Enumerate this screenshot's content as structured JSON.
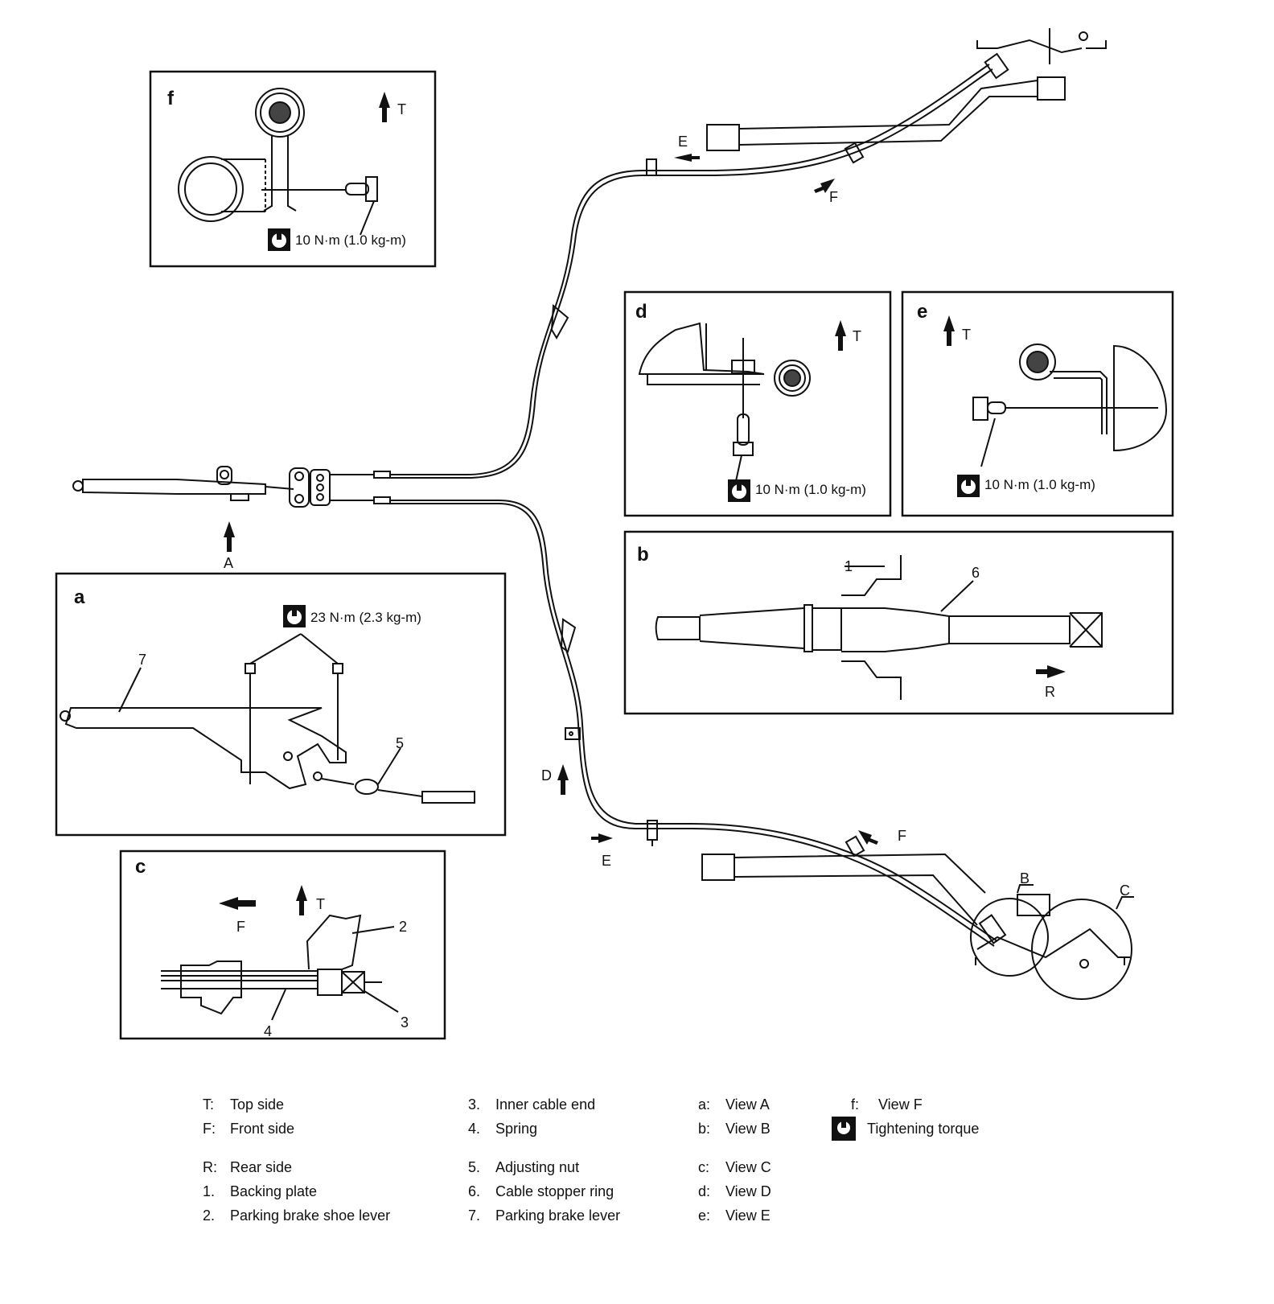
{
  "diagram": {
    "main_labels": {
      "view_a": "A",
      "view_b": "B",
      "view_c": "C",
      "view_d": "D",
      "view_e_upper": "E",
      "view_e_lower": "E",
      "view_f_upper": "F",
      "view_f_lower": "F"
    },
    "panels": {
      "f": {
        "letter": "f",
        "direction": "T",
        "torque": "10 N·m (1.0 kg-m)"
      },
      "d": {
        "letter": "d",
        "direction": "T",
        "torque": "10 N·m (1.0 kg-m)"
      },
      "e": {
        "letter": "e",
        "direction": "T",
        "torque": "10 N·m (1.0 kg-m)"
      },
      "b": {
        "letter": "b",
        "direction": "R",
        "callouts": [
          "1",
          "6"
        ]
      },
      "a": {
        "letter": "a",
        "torque": "23 N·m (2.3 kg-m)",
        "callouts": [
          "7",
          "5"
        ]
      },
      "c": {
        "letter": "c",
        "direction_top": "T",
        "direction_front": "F",
        "callouts": [
          "2",
          "4",
          "3"
        ]
      }
    }
  },
  "legend": {
    "col1": [
      {
        "key": "T:",
        "text": "Top side"
      },
      {
        "key": "F:",
        "text": "Front side"
      },
      {
        "key": "R:",
        "text": "Rear side"
      },
      {
        "key": "1.",
        "text": "Backing plate"
      },
      {
        "key": "2.",
        "text": "Parking brake shoe lever"
      }
    ],
    "col2": [
      {
        "key": "3.",
        "text": "Inner cable end"
      },
      {
        "key": "4.",
        "text": "Spring"
      },
      {
        "key": "5.",
        "text": "Adjusting nut"
      },
      {
        "key": "6.",
        "text": "Cable stopper ring"
      },
      {
        "key": "7.",
        "text": "Parking brake lever"
      }
    ],
    "col3": [
      {
        "key": "a:",
        "text": "View A"
      },
      {
        "key": "b:",
        "text": "View B"
      },
      {
        "key": "c:",
        "text": "View C"
      },
      {
        "key": "d:",
        "text": "View D"
      },
      {
        "key": "e:",
        "text": "View E"
      }
    ],
    "col4": [
      {
        "key": "f:",
        "text": "View F"
      },
      {
        "key": "torque-icon",
        "text": "Tightening torque"
      }
    ]
  }
}
